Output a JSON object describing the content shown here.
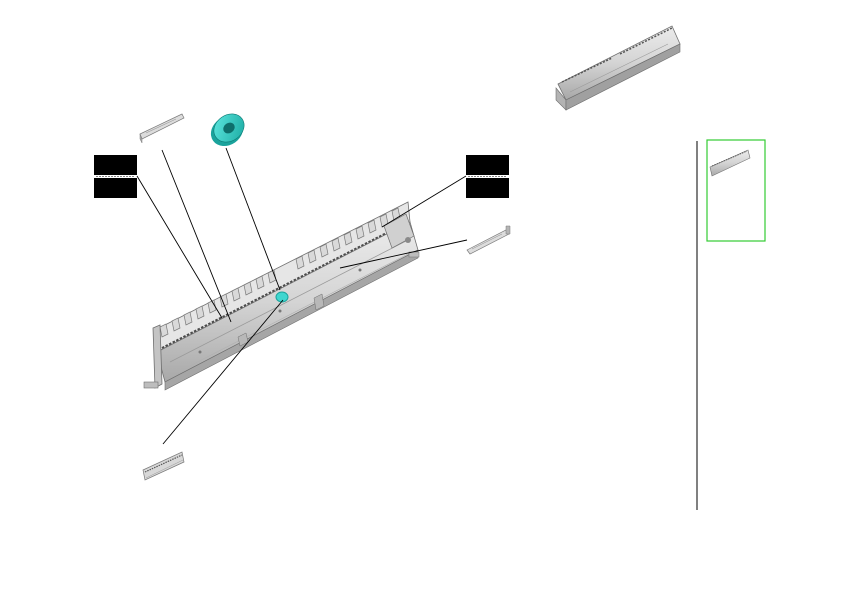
{
  "diagram": {
    "background_color": "#ffffff",
    "part_colors": {
      "rail_light": "#e2e2e2",
      "rail_mid": "#cfcfcf",
      "rail_dark": "#9a9a9a",
      "edge": "#6f6f6f",
      "ring_face": "#3fd6cf",
      "ring_side": "#1aa39c",
      "ring_hole": "#0e6f6b",
      "label_box": "#000000",
      "leader_line": "#000000",
      "highlight_frame": "#33cc33",
      "divider_line": "#000000"
    },
    "parts": [
      {
        "name": "main-rail-assembly"
      },
      {
        "name": "rail-thumbnail-top-right"
      },
      {
        "name": "rail-thumbnail-highlighted"
      },
      {
        "name": "small-strip-top-left"
      },
      {
        "name": "small-strip-right"
      },
      {
        "name": "small-strip-bottom-left"
      },
      {
        "name": "ferrite-ring"
      }
    ],
    "callouts": [
      {
        "name": "callout-label-left"
      },
      {
        "name": "callout-label-right"
      }
    ]
  }
}
